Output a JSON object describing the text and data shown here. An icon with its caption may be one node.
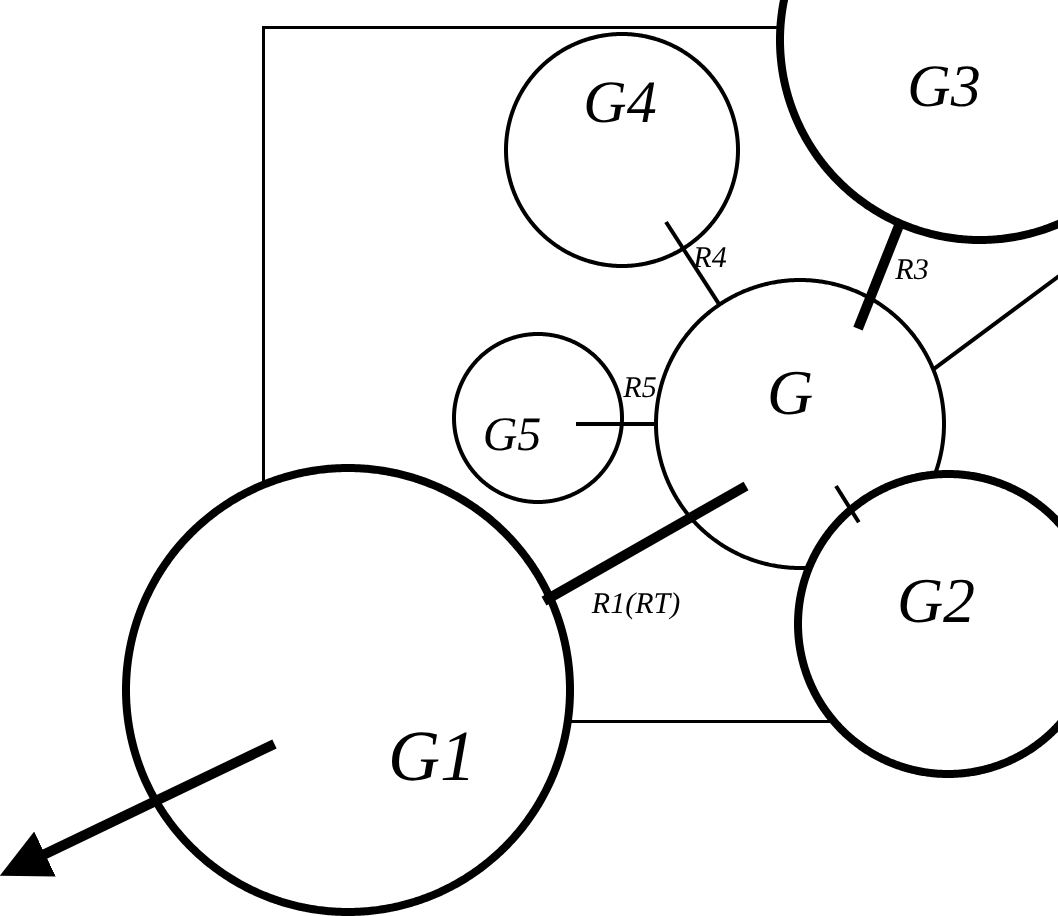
{
  "diagram": {
    "nodes": [
      {
        "text": [],
        "shape": "box"
      },
      {
        "text": [
          "G4"
        ],
        "in": 0
      },
      {
        "text": [
          "G3"
        ]
      },
      {
        "text": [
          "G5"
        ],
        "in": 0
      },
      {
        "text": [
          "G"
        ],
        "in": 0
      },
      {
        "text": [
          "G2"
        ]
      },
      {
        "text": [
          "G1"
        ]
      }
    ],
    "edges": [
      {
        "from": 1,
        "to": 4,
        "arrow": "none",
        "label": "R4"
      },
      {
        "from": 2,
        "to": 4,
        "arrow": "none",
        "label": "R3",
        "style": "thick"
      },
      {
        "from": 3,
        "to": 4,
        "arrow": "none",
        "label": "R5"
      },
      {
        "from": 6,
        "to": 4,
        "arrow": "none",
        "label": "R1(RT)",
        "style": "thick"
      },
      {
        "from": 4,
        "to": 5,
        "arrow": "none"
      },
      {
        "from": 4,
        "to": null,
        "arrow": "none"
      },
      {
        "from": 6,
        "to": null,
        "arrow": "to",
        "style": "thick"
      }
    ]
  }
}
